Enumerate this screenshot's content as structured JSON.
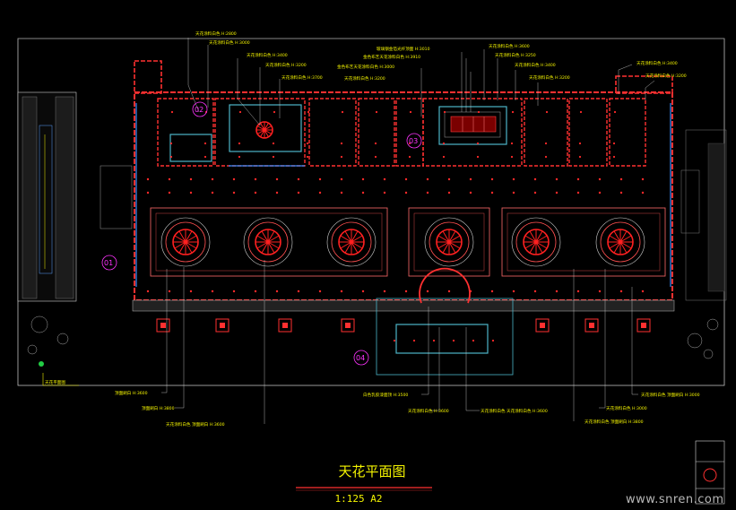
{
  "drawing": {
    "title": "天花平面图",
    "scale": "1:125 A2",
    "watermark": "www.snren.com"
  },
  "markers": [
    "02",
    "03",
    "01",
    "04"
  ],
  "top_callouts": [
    "天花涂料白色 H:2800",
    "天花涂料白色 H:3000",
    "天花涂料白色 H:3400",
    "天花涂料白色 H:3200",
    "天花涂料白色 H:3700",
    "玻璃钢金箔光纤顶面 H:3010",
    "金色布艺天花涂料白色 H:3910",
    "金色布艺天花涂料白色 H:3000",
    "天花涂料白色 H:3200",
    "天花涂料白色 H:3600",
    "天花涂料白色 H:3250",
    "天花涂料白色 H:3400",
    "天花涂料白色 H:3200",
    "天花涂料白色 H:3400",
    "天花涂料白色 H:3200"
  ],
  "bottom_callouts": [
    "顶面刷白 H:3600",
    "顶面刷白 H:3800",
    "天花涂料白色 顶面刷白 H:3600",
    "白色乳胶漆面顶 H:3500",
    "天花涂料白色 H:3600",
    "天花涂料白色 天花涂料白色 H:3600",
    "天花涂料白色 顶面刷白 H:3800",
    "天花涂料白色 H:3000",
    "天花涂料白色 顶面刷白 H:3000"
  ],
  "side_note": "天花平面图",
  "colors": {
    "wall": "#ff3030",
    "ceiling_line": "#3a8fff",
    "light": "#ff2020",
    "annotation": "#f4f400",
    "marker": "#ff33ff"
  }
}
